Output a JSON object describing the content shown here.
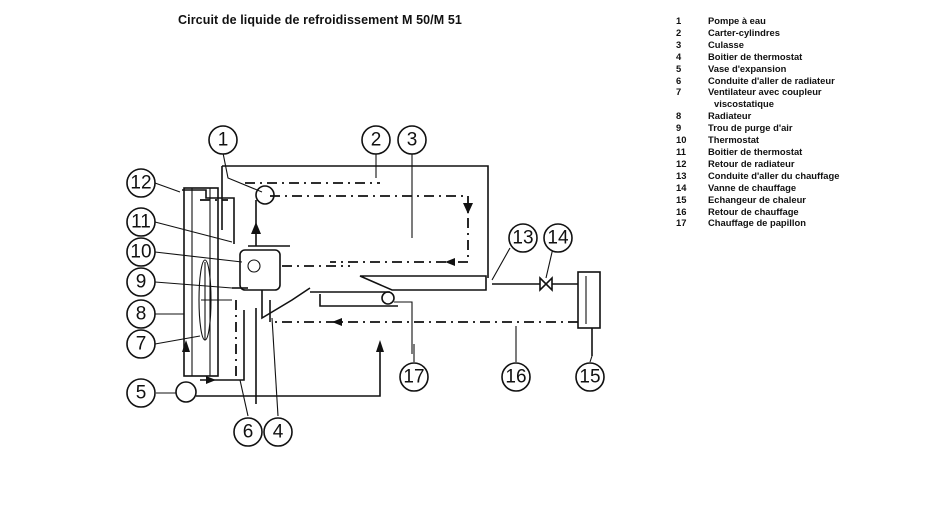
{
  "title": "Circuit de liquide de refroidissement M 50/M 51",
  "legend": [
    {
      "num": "1",
      "label": "Pompe à eau"
    },
    {
      "num": "2",
      "label": "Carter-cylindres"
    },
    {
      "num": "3",
      "label": "Culasse"
    },
    {
      "num": "4",
      "label": "Boitier de thermostat"
    },
    {
      "num": "5",
      "label": "Vase d'expansion"
    },
    {
      "num": "6",
      "label": "Conduite d'aller de radiateur"
    },
    {
      "num": "7",
      "label": "Ventilateur avec coupleur",
      "cont": "viscostatique"
    },
    {
      "num": "8",
      "label": "Radiateur"
    },
    {
      "num": "9",
      "label": "Trou de purge d'air"
    },
    {
      "num": "10",
      "label": "Thermostat"
    },
    {
      "num": "11",
      "label": "Boitier de thermostat"
    },
    {
      "num": "12",
      "label": "Retour de radiateur"
    },
    {
      "num": "13",
      "label": "Conduite d'aller du chauffage"
    },
    {
      "num": "14",
      "label": "Vanne de chauffage"
    },
    {
      "num": "15",
      "label": "Echangeur de chaleur"
    },
    {
      "num": "16",
      "label": "Retour de chauffage"
    },
    {
      "num": "17",
      "label": "Chauffage de papillon"
    }
  ],
  "callouts": [
    "1",
    "2",
    "3",
    "4",
    "5",
    "6",
    "7",
    "8",
    "9",
    "10",
    "11",
    "12",
    "13",
    "14",
    "15",
    "16",
    "17"
  ]
}
